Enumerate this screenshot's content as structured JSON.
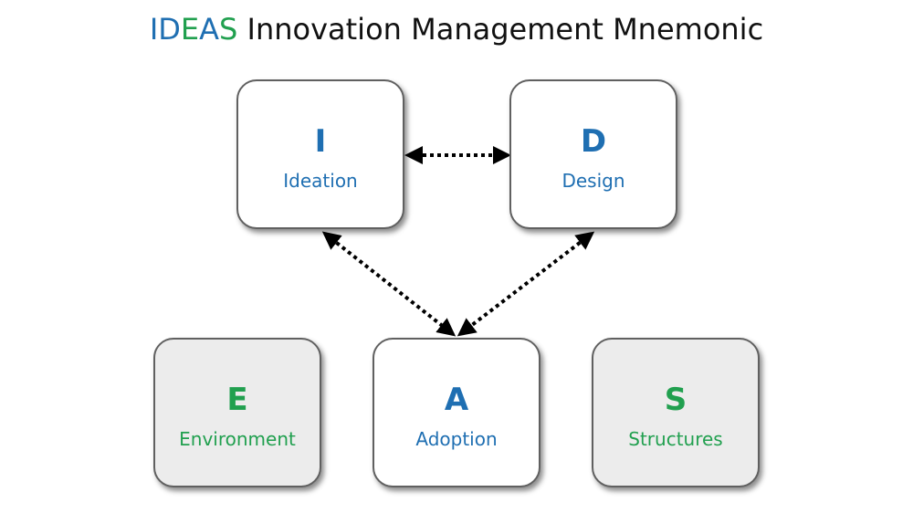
{
  "title": {
    "letters": [
      {
        "text": "I",
        "color": "#1f6fb2"
      },
      {
        "text": "D",
        "color": "#1f6fb2"
      },
      {
        "text": "E",
        "color": "#21a04f"
      },
      {
        "text": "A",
        "color": "#1f6fb2"
      },
      {
        "text": "S",
        "color": "#21a04f"
      }
    ],
    "rest": " Innovation Management Mnemonic"
  },
  "colors": {
    "blue": "#1f6fb2",
    "green": "#21a04f",
    "arrow": "#000000"
  },
  "boxes": {
    "ideation": {
      "letter": "I",
      "word": "Ideation"
    },
    "design": {
      "letter": "D",
      "word": "Design"
    },
    "environment": {
      "letter": "E",
      "word": "Environment"
    },
    "adoption": {
      "letter": "A",
      "word": "Adoption"
    },
    "structures": {
      "letter": "S",
      "word": "Structures"
    }
  },
  "connections": [
    {
      "from": "ideation",
      "to": "design",
      "style": "dotted",
      "arrows": "both"
    },
    {
      "from": "ideation",
      "to": "adoption",
      "style": "dotted",
      "arrows": "both"
    },
    {
      "from": "design",
      "to": "adoption",
      "style": "dotted",
      "arrows": "both"
    }
  ]
}
